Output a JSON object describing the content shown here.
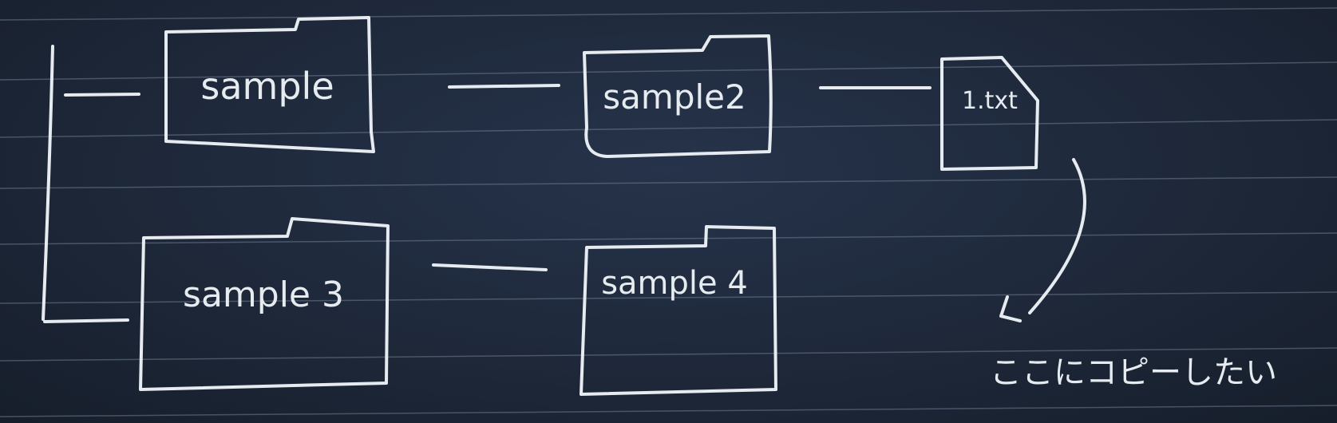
{
  "nodes": {
    "sample": "sample",
    "sample2": "sample2",
    "file": "1.txt",
    "sample3": "sample 3",
    "sample4": "sample 4"
  },
  "note": "ここにコピーしたい",
  "colors": {
    "board": "#1f2a3a",
    "chalk": "#e6ebf0",
    "rule": "#6f7c91"
  }
}
